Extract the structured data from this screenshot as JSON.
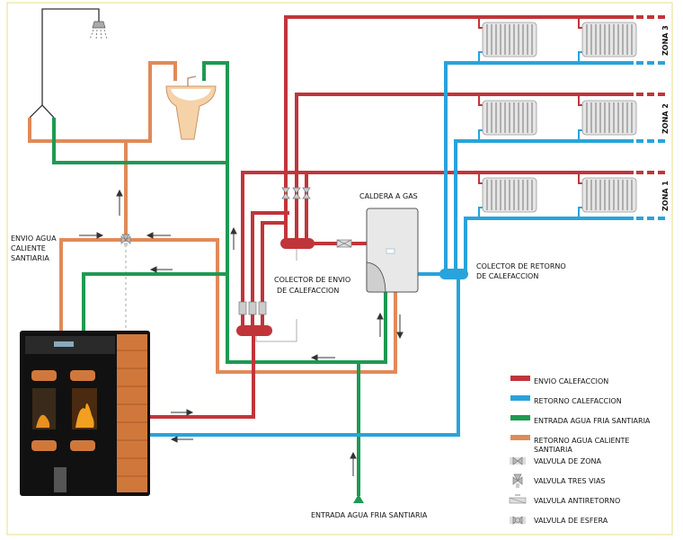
{
  "labels": {
    "dhw_supply": [
      "ENVIO AGUA",
      "CALIENTE",
      "SANTIARIA"
    ],
    "supply_collector": [
      "COLECTOR DE ENVIO",
      "DE CALEFACCION"
    ],
    "boiler": "CALDERA A GAS",
    "return_collector": [
      "COLECTOR DE RETORNO",
      "DE CALEFACCION"
    ],
    "cold_inlet": "ENTRADA AGUA FRIA SANTIARIA",
    "zones": [
      "ZONA 1",
      "ZONA 2",
      "ZONA 3"
    ]
  },
  "legend": {
    "lines": [
      {
        "label": "ENVIO CALEFACCION",
        "color": "#c0353a"
      },
      {
        "label": "RETORNO CALEFACCION",
        "color": "#29a3db"
      },
      {
        "label": "ENTRADA AGUA FRIA SANTIARIA",
        "color": "#1e9a52"
      },
      {
        "label": "RETORNO AGUA CALIENTE",
        "label2": "SANTIARIA",
        "color": "#e08a5a"
      }
    ],
    "valves": [
      {
        "label": "VALVULA DE ZONA",
        "icon": "zone-valve-icon"
      },
      {
        "label": "VALVULA TRES VIAS",
        "icon": "three-way-valve-icon"
      },
      {
        "label": "VALVULA ANTIRETORNO",
        "icon": "check-valve-icon"
      },
      {
        "label": "VALVULA DE ESFERA",
        "icon": "ball-valve-icon"
      }
    ]
  }
}
